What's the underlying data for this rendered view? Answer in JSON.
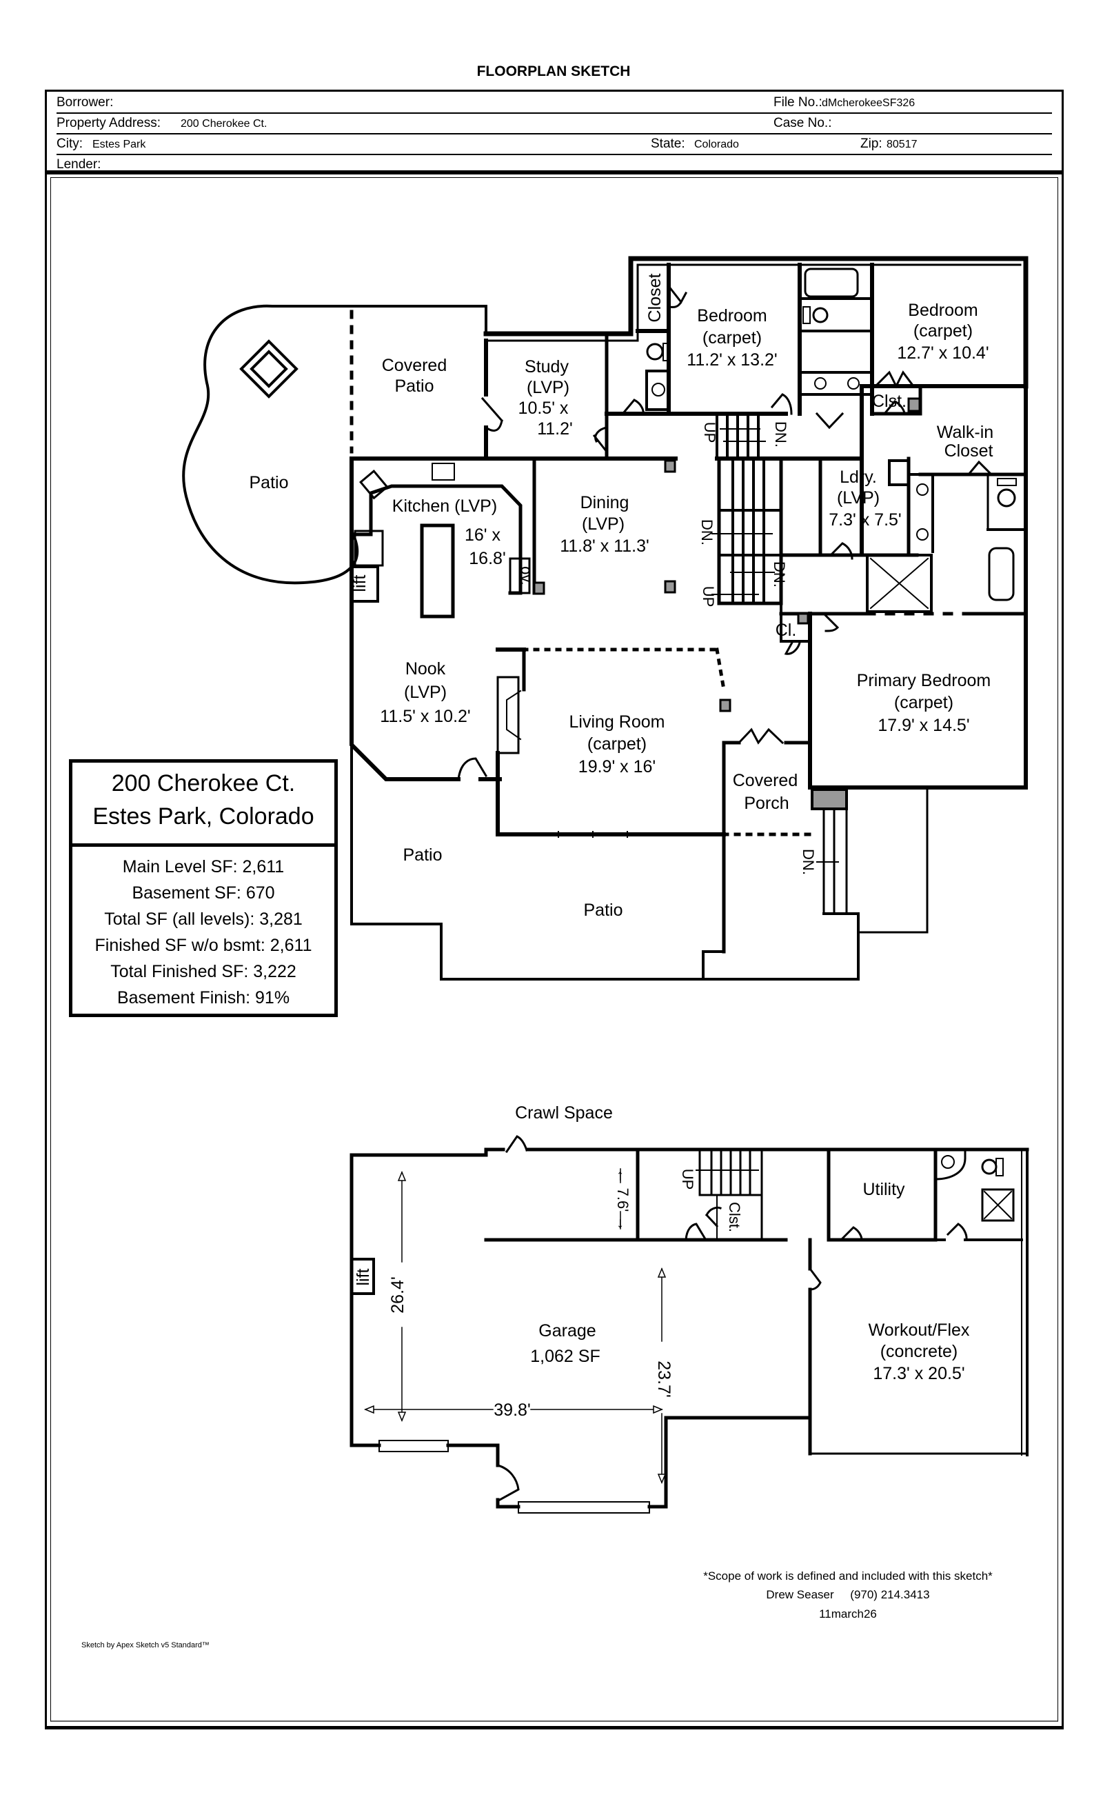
{
  "title": "FLOORPLAN SKETCH",
  "header": {
    "borrower_label": "Borrower:",
    "borrower_value": "",
    "file_no_label": "File No.:",
    "file_no_value": "dMcherokeeSF326",
    "property_address_label": "Property Address:",
    "property_address_value": "200 Cherokee Ct.",
    "case_no_label": "Case No.:",
    "case_no_value": "",
    "city_label": "City:",
    "city_value": "Estes Park",
    "state_label": "State:",
    "state_value": "Colorado",
    "zip_label": "Zip:",
    "zip_value": "80517",
    "lender_label": "Lender:",
    "lender_value": ""
  },
  "main_level": {
    "rooms": {
      "patio_curved": "Patio",
      "covered_patio_1": "Covered",
      "covered_patio_2": "Patio",
      "study_1": "Study",
      "study_2": "(LVP)",
      "study_3": "10.5' x",
      "study_4": "11.2'",
      "closet": "Closet",
      "bedroom2_1": "Bedroom",
      "bedroom2_2": "(carpet)",
      "bedroom2_3": "11.2' x 13.2'",
      "bedroom3_1": "Bedroom",
      "bedroom3_2": "(carpet)",
      "bedroom3_3": "12.7' x 10.4'",
      "clst": "Clst.",
      "walkin_1": "Walk-in",
      "walkin_2": "Closet",
      "kitchen_1": "Kitchen  (LVP)",
      "kitchen_2": "16' x",
      "kitchen_3": "16.8'",
      "oven": "ov.",
      "lift": "lift",
      "dining_1": "Dining",
      "dining_2": "(LVP)",
      "dining_3": "11.8' x 11.3'",
      "laundry_1": "Ldry.",
      "laundry_2": "(LVP)",
      "laundry_3": "7.3' x 7.5'",
      "cl": "Cl.",
      "nook_1": "Nook",
      "nook_2": "(LVP)",
      "nook_3": "11.5' x 10.2'",
      "living_1": "Living Room",
      "living_2": "(carpet)",
      "living_3": "19.9' x 16'",
      "primary_1": "Primary Bedroom",
      "primary_2": "(carpet)",
      "primary_3": "17.9' x 14.5'",
      "covered_porch_1": "Covered",
      "covered_porch_2": "Porch",
      "patio_left": "Patio",
      "patio_bottom": "Patio"
    },
    "stairs": {
      "up_1": "UP",
      "dn_1": "DN.",
      "dn_2": "DN.",
      "dn_3": "DN.",
      "up_2": "UP",
      "dn_porch": "DN."
    }
  },
  "info_box": {
    "address_line1": "200 Cherokee Ct.",
    "address_line2": "Estes Park, Colorado",
    "stats": [
      "Main Level SF: 2,611",
      "Basement SF: 670",
      "Total SF (all levels): 3,281",
      "Finished SF w/o bsmt: 2,611",
      "Total Finished SF: 3,222",
      "Basement Finish: 91%"
    ]
  },
  "basement": {
    "crawl_space": "Crawl Space",
    "up": "UP",
    "clst": "Clst.",
    "dim_7_6": "← 7.6' →",
    "utility": "Utility",
    "lift": "lift",
    "dim_26_4": "26.4'",
    "garage_1": "Garage",
    "garage_2": "1,062 SF",
    "dim_23_7": "23.7'",
    "dim_39_8": "39.8'",
    "workout_1": "Workout/Flex",
    "workout_2": "(concrete)",
    "workout_3": "17.3' x 20.5'"
  },
  "footer": {
    "scope": "*Scope of work is defined and included with this sketch*",
    "contact": "Drew Seaser     (970) 214.3413",
    "date": "11march26",
    "software": "Sketch by Apex Sketch v5 Standard™"
  }
}
